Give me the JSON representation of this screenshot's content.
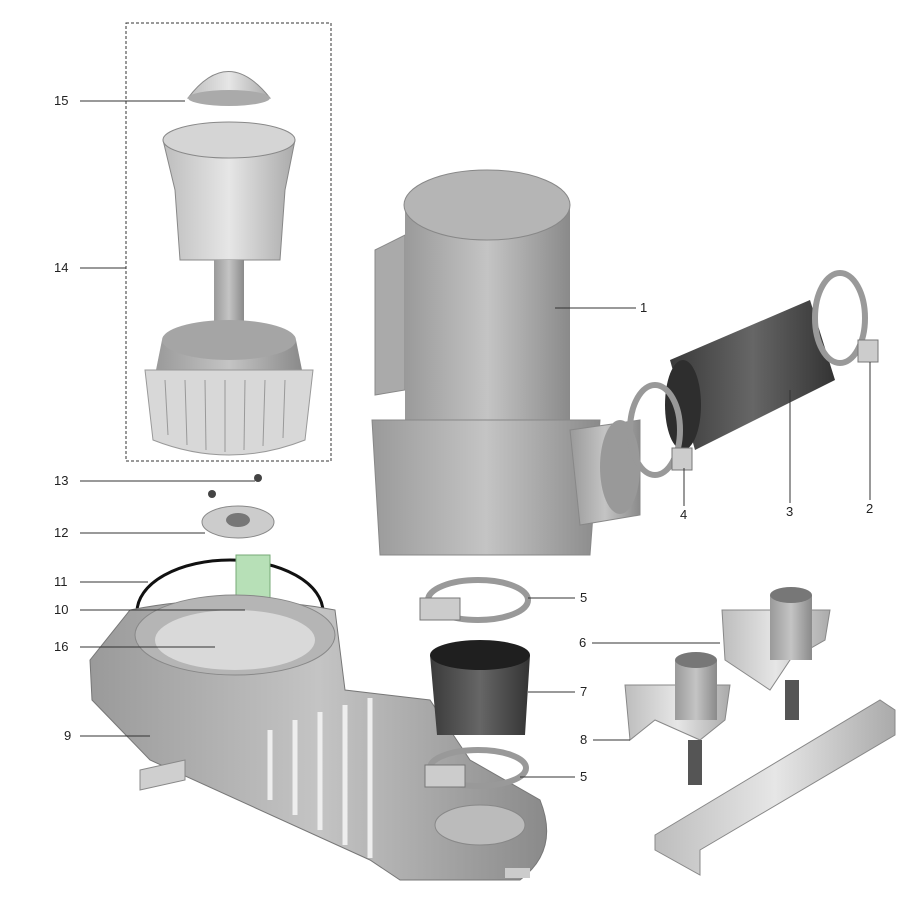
{
  "diagram": {
    "callouts": [
      {
        "id": "c15",
        "text": "15"
      },
      {
        "id": "c14",
        "text": "14"
      },
      {
        "id": "c13",
        "text": "13"
      },
      {
        "id": "c12",
        "text": "12"
      },
      {
        "id": "c11",
        "text": "11"
      },
      {
        "id": "c10",
        "text": "10"
      },
      {
        "id": "c16",
        "text": "16"
      },
      {
        "id": "c9",
        "text": "9"
      },
      {
        "id": "c1",
        "text": "1"
      },
      {
        "id": "c2",
        "text": "2"
      },
      {
        "id": "c3",
        "text": "3"
      },
      {
        "id": "c4",
        "text": "4"
      },
      {
        "id": "c5a",
        "text": "5"
      },
      {
        "id": "c6",
        "text": "6"
      },
      {
        "id": "c7",
        "text": "7"
      },
      {
        "id": "c8",
        "text": "8"
      },
      {
        "id": "c5b",
        "text": "5"
      }
    ]
  }
}
